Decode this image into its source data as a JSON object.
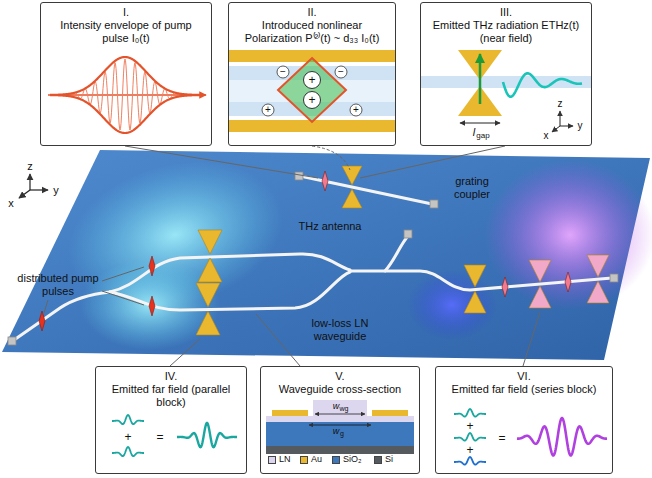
{
  "diagram": {
    "nodes": [
      {
        "text": [
          "I.",
          "Intensity envelope of pump pulse I₀(t)"
        ]
      },
      {
        "text": [
          "II.",
          "Introduced nonlinear Polarization P⁽²⁾(t) ~ d₃₃ I₀(t)"
        ]
      },
      {
        "text": [
          "III.",
          "Emitted THz radiation ETHz(t) (near field)"
        ]
      },
      {
        "text": [
          "IV.",
          "Emitted far field (parallel block)"
        ]
      },
      {
        "text": [
          "V.",
          "Waveguide cross-section"
        ]
      },
      {
        "text": [
          "VI.",
          "Emitted far field (series block)"
        ]
      }
    ],
    "labels": [
      "x",
      "y",
      "z",
      "THz antenna",
      "grating coupler",
      "distributed pump pulses",
      "low-loss LN waveguide",
      "−",
      "−",
      "+",
      "+",
      "+",
      "+",
      "z",
      "y",
      "x",
      "l",
      "gap",
      "+",
      "=",
      "w",
      "wg",
      "w",
      "g",
      "+",
      "+",
      "="
    ],
    "legend": [
      {
        "text": "LN",
        "color": "#dcd6ee"
      },
      {
        "text": "Au",
        "color": "#e9b82f"
      },
      {
        "text": "SiO₂",
        "color": "#3d78bd"
      },
      {
        "text": "Si",
        "color": "#555a5f"
      }
    ]
  }
}
